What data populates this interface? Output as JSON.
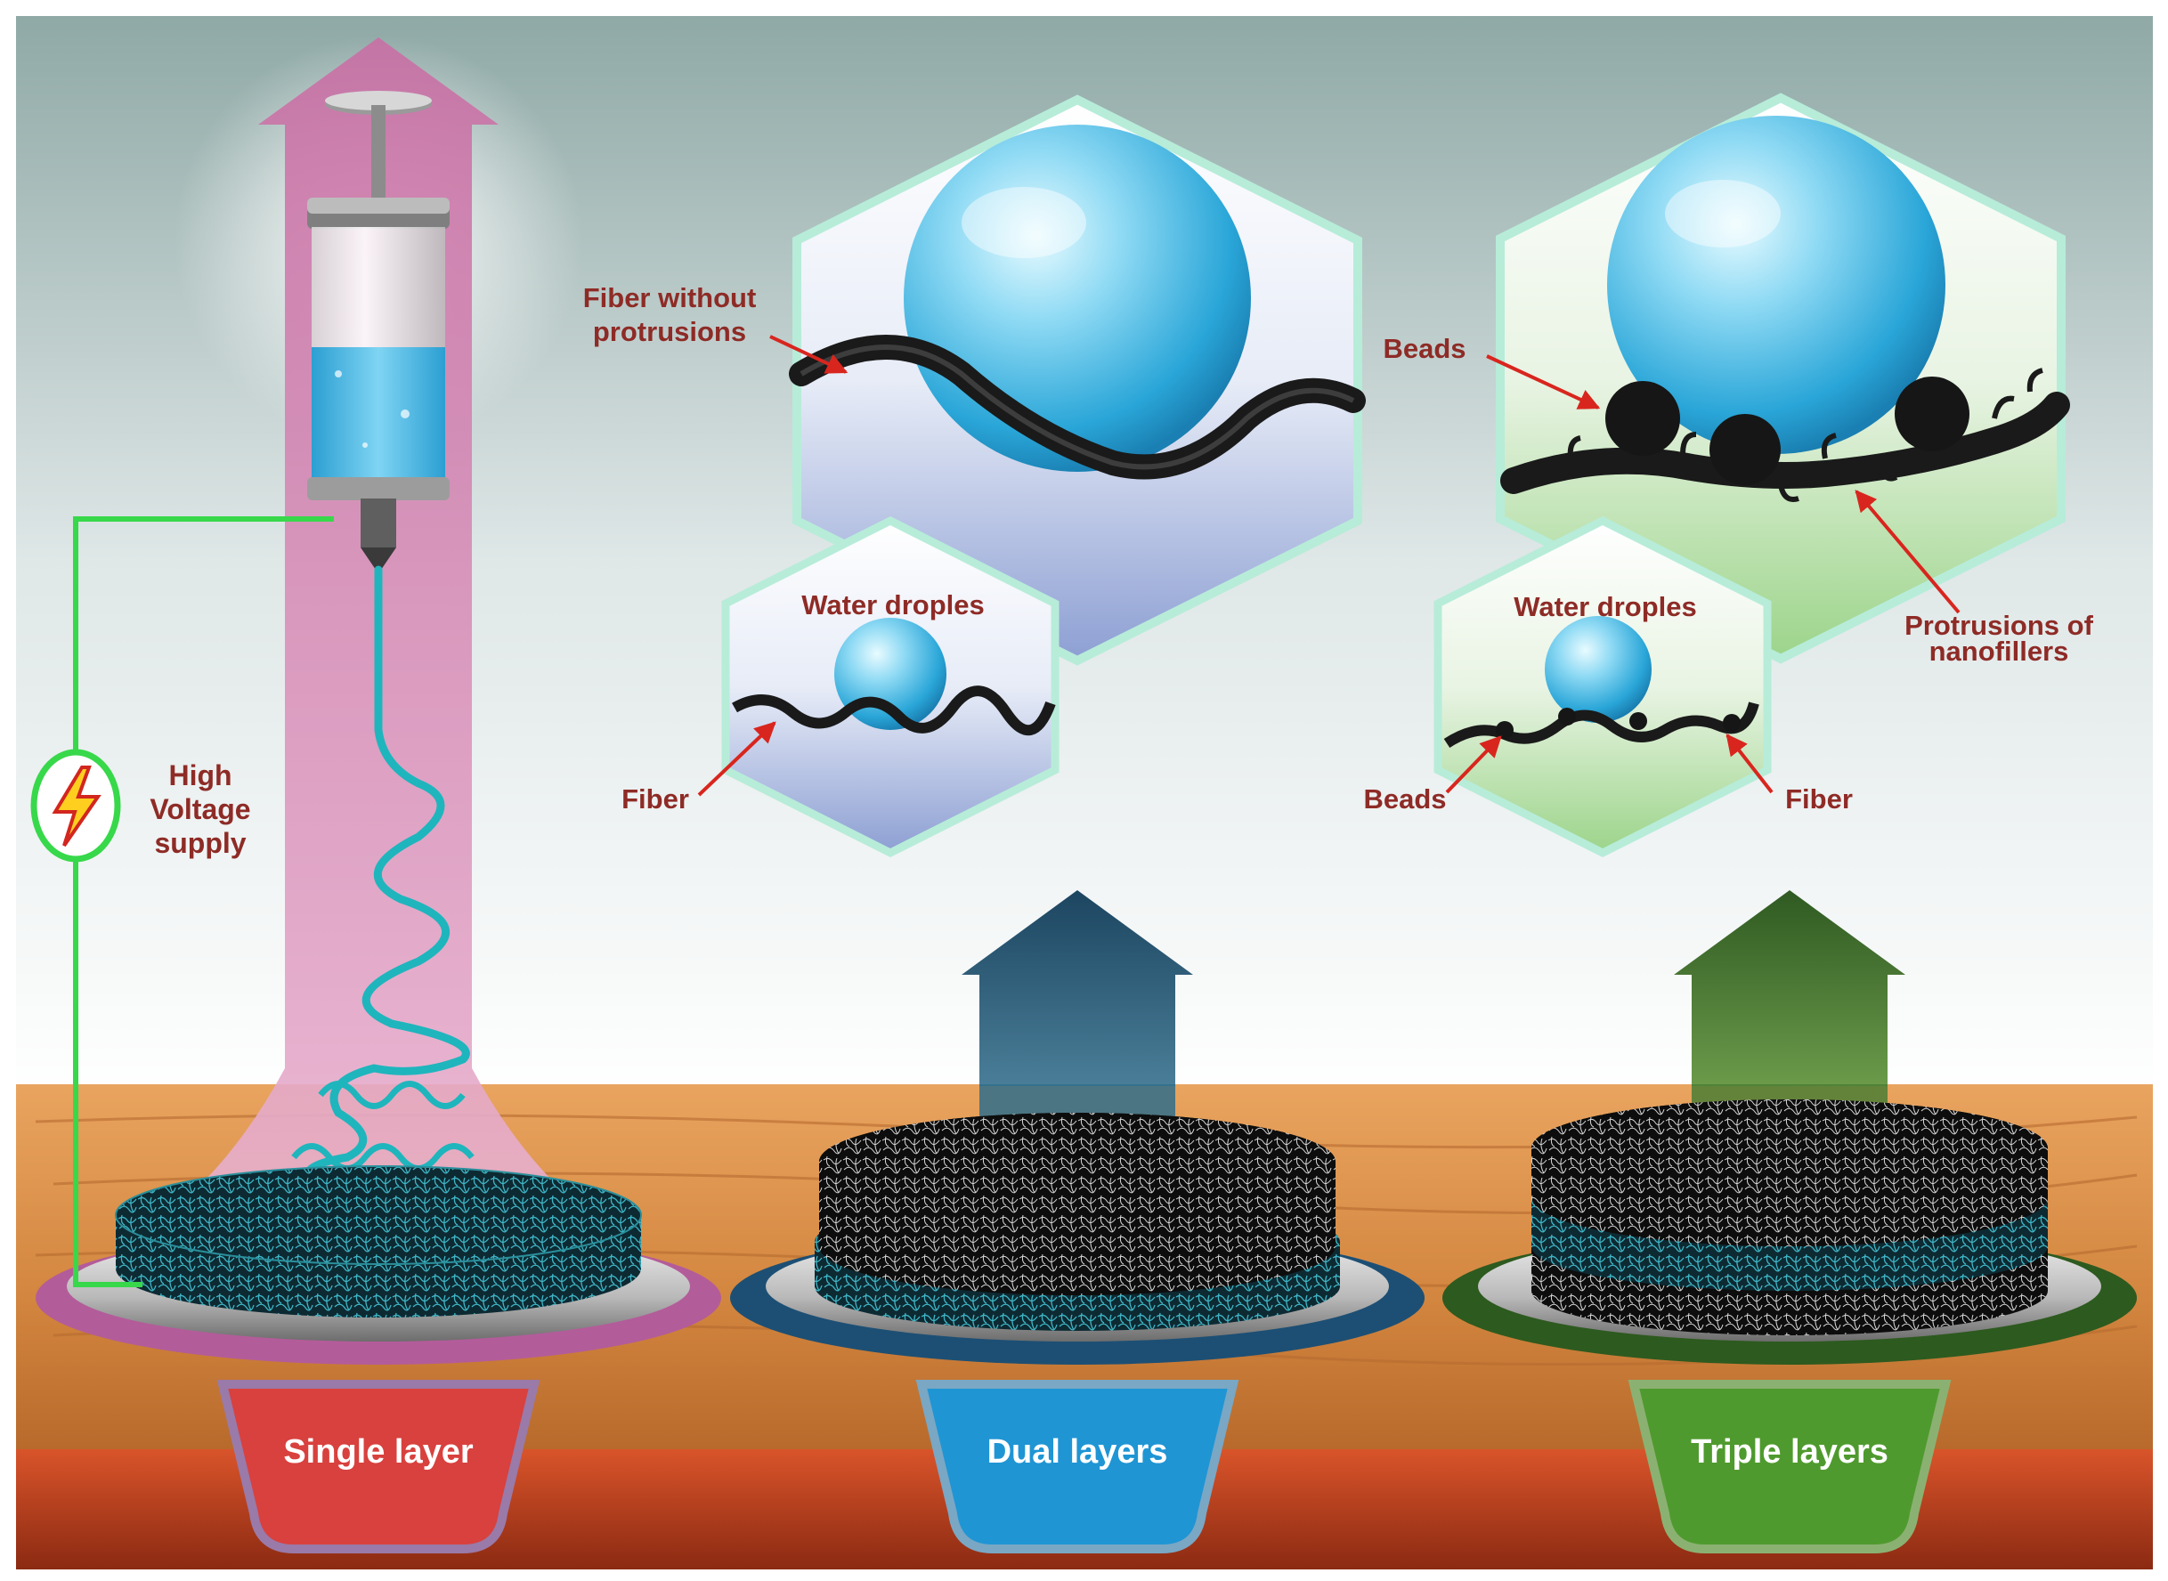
{
  "labels": {
    "high_voltage_line1": "High",
    "high_voltage_line2": "Voltage",
    "high_voltage_line3": "supply",
    "fiber_without_line1": "Fiber without",
    "fiber_without_line2": "protrusions",
    "water_droples_left": "Water droples",
    "fiber_left": "Fiber",
    "beads_top": "Beads",
    "protrusions_line1": "Protrusions of",
    "protrusions_line2": "nanofillers",
    "water_droples_right": "Water droples",
    "beads_bottom": "Beads",
    "fiber_right": "Fiber"
  },
  "layers": {
    "single": "Single layer",
    "dual": "Dual layers",
    "triple": "Triple layers"
  },
  "icons": {
    "power": "lightning-bolt-icon",
    "syringe": "syringe-icon"
  },
  "colors": {
    "label_text": "#8e2b26",
    "wire": "#37d84a",
    "single_arrow": "#d97fb0",
    "dual_arrow": "#1f4f6b",
    "triple_arrow": "#3a6a2a",
    "single_tab": "#d23a3a",
    "dual_tab": "#1d8fd0",
    "triple_tab": "#4f9a2e",
    "water": "#5fc3e8",
    "fiber": "#1a1a1a",
    "table_wood": "#c8783a"
  }
}
